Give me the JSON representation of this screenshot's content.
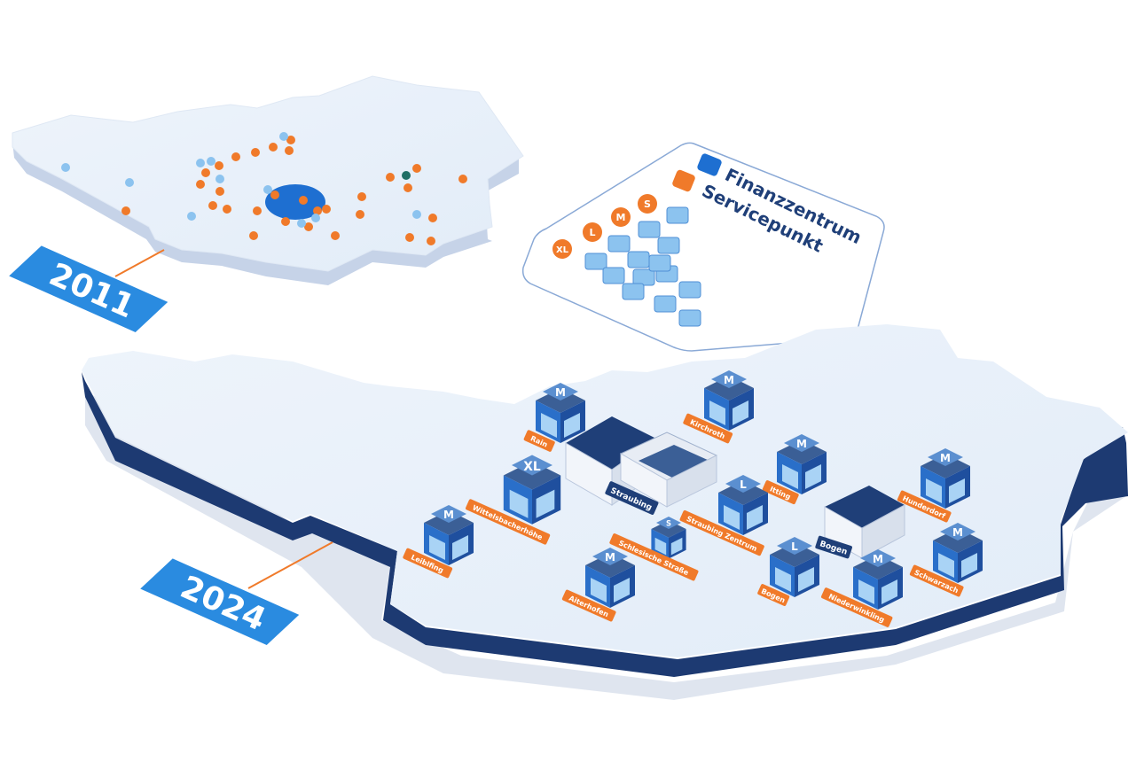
{
  "years": {
    "past": "2011",
    "present": "2024"
  },
  "legend": {
    "finanzzentrum": "Finanzzentrum",
    "servicepunkt": "Servicepunkt",
    "sizes": [
      "S",
      "M",
      "L",
      "XL"
    ]
  },
  "colors": {
    "navy": "#1f3f78",
    "blue": "#1e6fd1",
    "orange": "#f07a2a",
    "map_top": "#e8f0fa",
    "map_side": "#1d3a72",
    "label_blue": "#2a8be0",
    "light_blue_dot": "#8cc3ef",
    "teal_dot": "#1f6f66"
  },
  "branches": [
    {
      "size": "M",
      "name": "Rain"
    },
    {
      "size": "M",
      "name": "Kirchroth"
    },
    {
      "size": "M",
      "name": "Itting"
    },
    {
      "size": "M",
      "name": "Hunderdorf"
    },
    {
      "size": "XL",
      "name": "Wittelsbacherhöhe"
    },
    {
      "size": "L",
      "name": "Straubing Zentrum"
    },
    {
      "size": "S",
      "name": "Schlesische Straße"
    },
    {
      "size": "M",
      "name": "Leiblfing"
    },
    {
      "size": "M",
      "name": "Aiterhofen"
    },
    {
      "size": "L",
      "name": "Bogen"
    },
    {
      "size": "M",
      "name": "Niederwinkling"
    },
    {
      "size": "M",
      "name": "Schwarzach"
    }
  ],
  "centers": [
    {
      "name": "Straubing"
    },
    {
      "name": "Bogen"
    }
  ]
}
